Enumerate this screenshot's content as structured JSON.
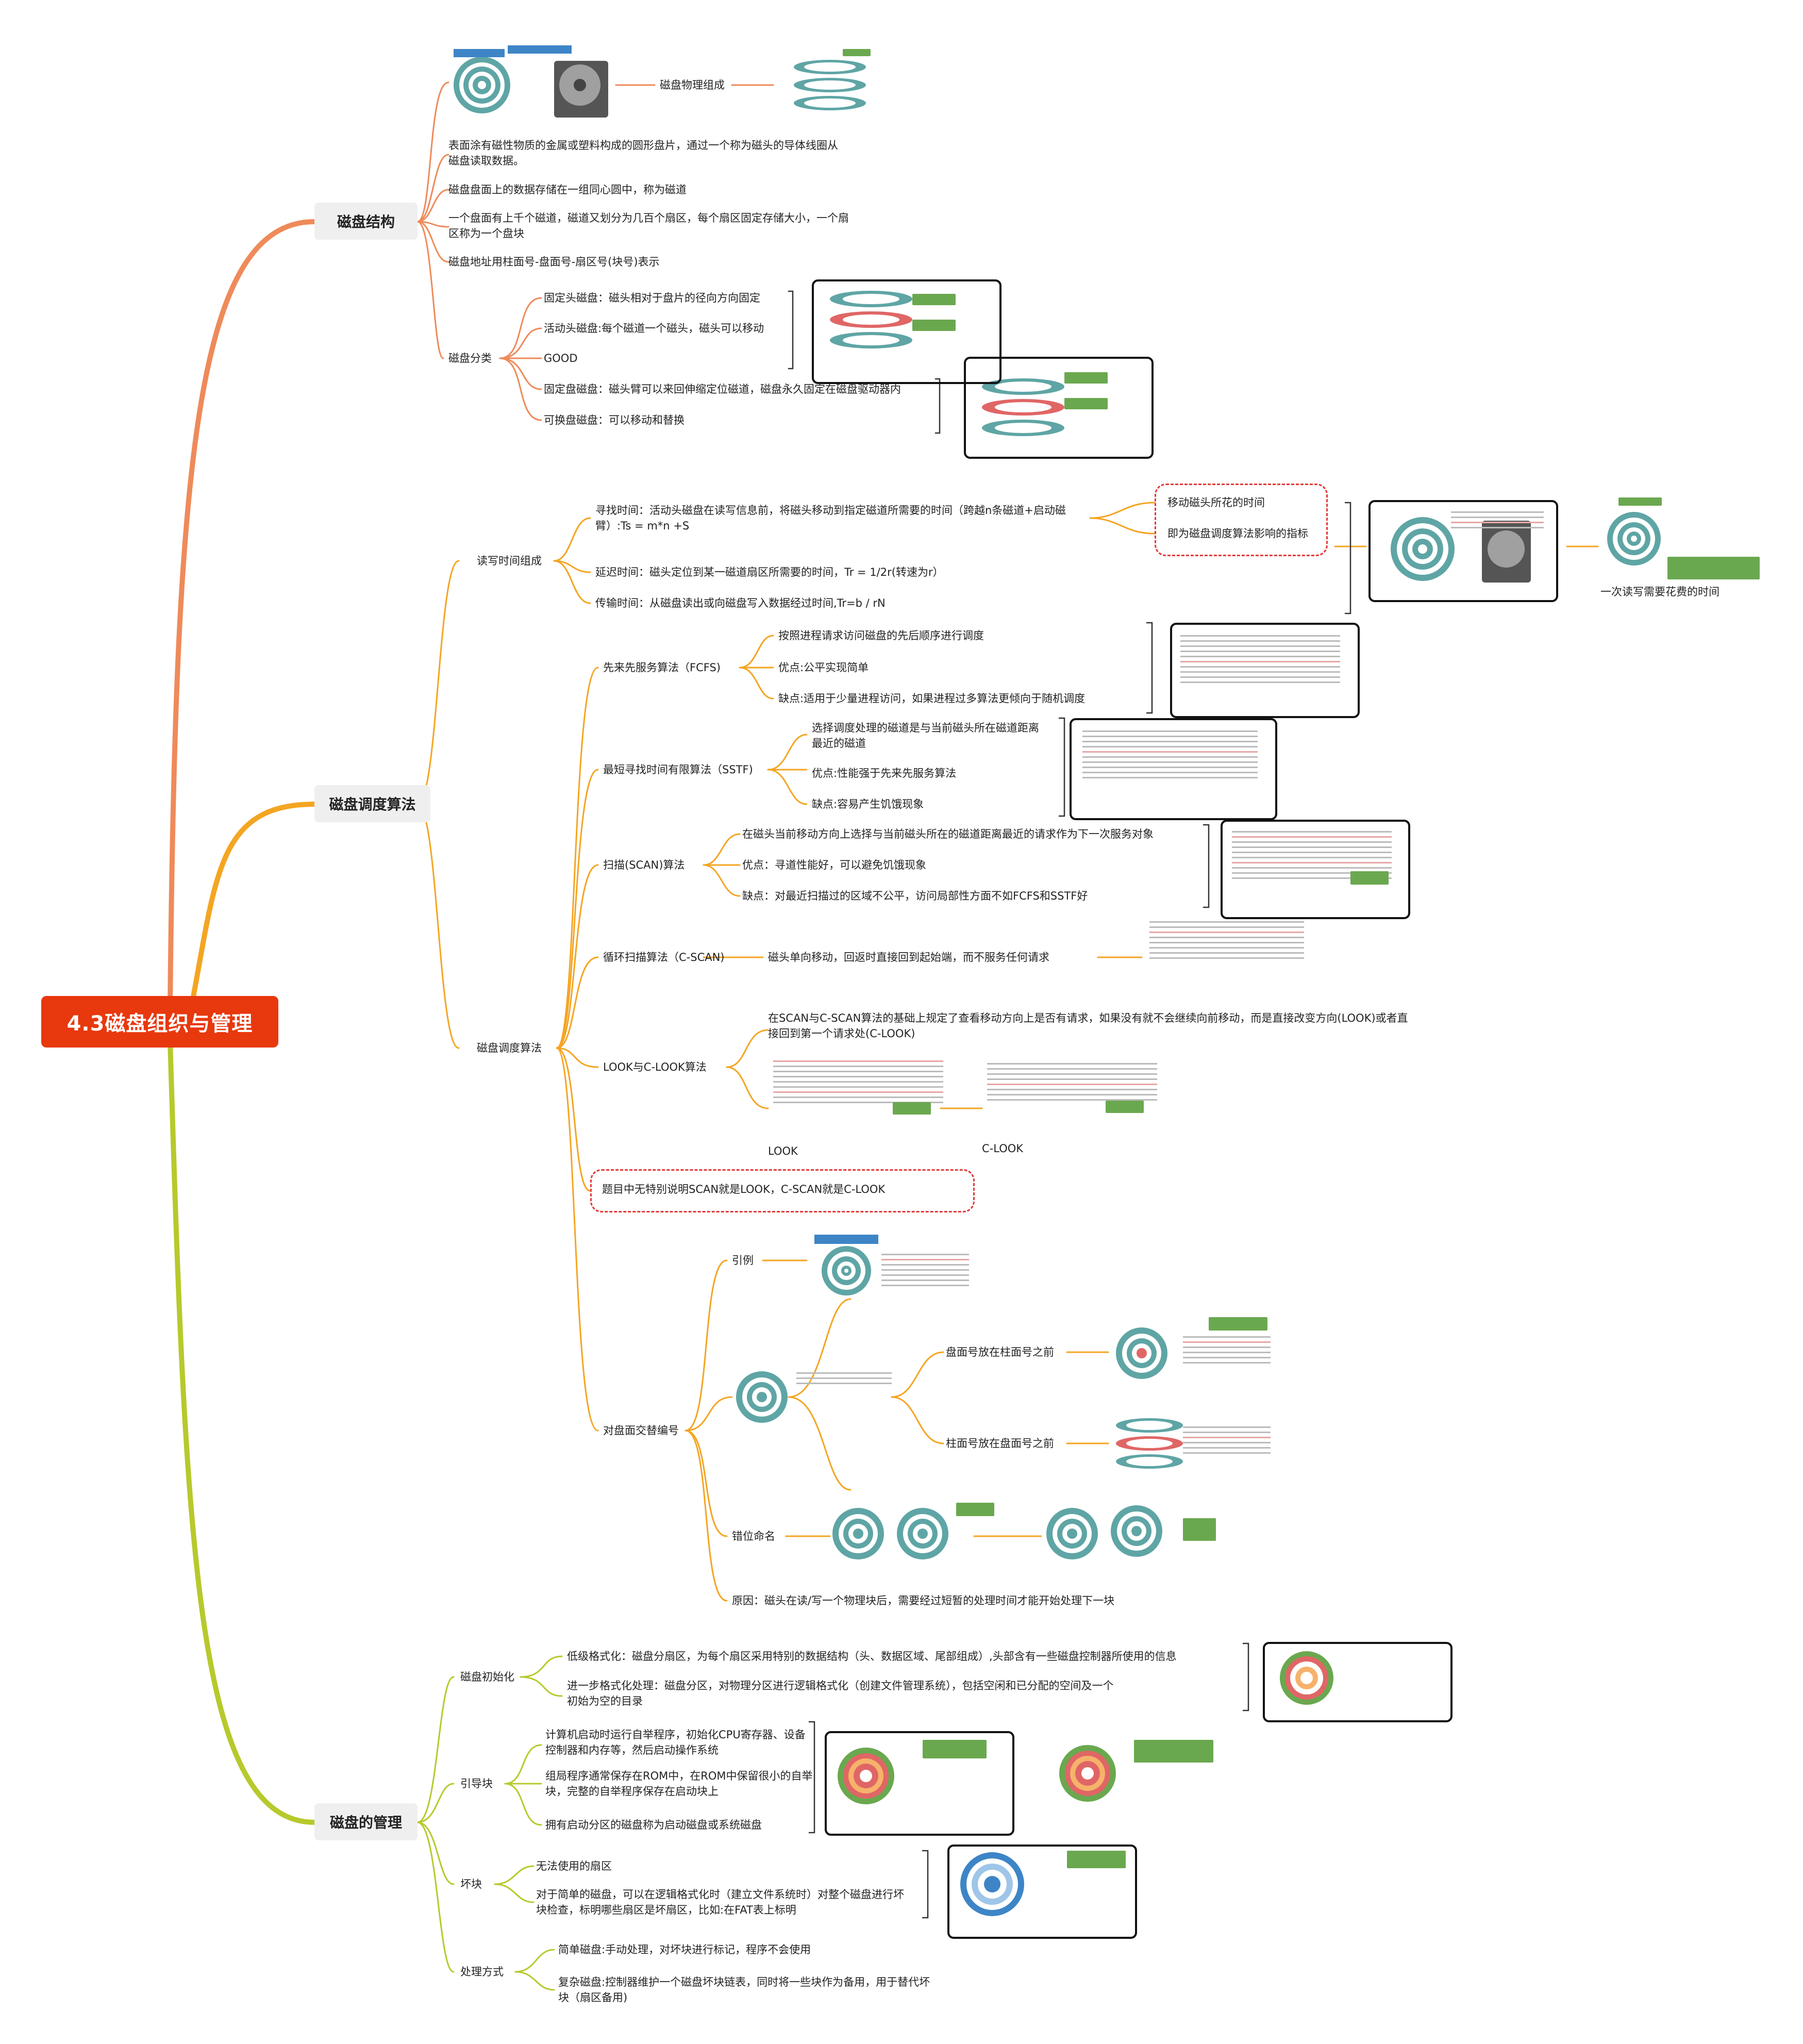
{
  "root": "4.3磁盘组织与管理",
  "sections": {
    "structure": {
      "title": "磁盘结构",
      "physical": "磁盘物理组成",
      "surface": "表面涂有磁性物质的金属或塑料构成的圆形盘片，通过一个称为磁头的导体线圈从磁盘读取数据。",
      "track": "磁盘盘面上的数据存储在一组同心圆中，称为磁道",
      "sector": "一个盘面有上千个磁道，磁道又划分为几百个扇区，每个扇区固定存储大小，一个扇区称为一个盘块",
      "address": "磁盘地址用柱面号-盘面号-扇区号(块号)表示",
      "classify": {
        "label": "磁盘分类",
        "items": [
          "固定头磁盘：磁头相对于盘片的径向方向固定",
          "活动头磁盘:每个磁道一个磁头，磁头可以移动",
          "GOOD",
          "固定盘磁盘：磁头臂可以来回伸缩定位磁道，磁盘永久固定在磁盘驱动器内",
          "可换盘磁盘：可以移动和替换"
        ]
      }
    },
    "scheduling": {
      "title": "磁盘调度算法",
      "rw": {
        "label": "读写时间组成",
        "seek": "寻找时间：活动头磁盘在读写信息前，将磁头移动到指定磁道所需要的时间（跨越n条磁道+启动磁臂）:Ts = m*n +S",
        "seek_notes": [
          "移动磁头所花的时间",
          "即为磁盘调度算法影响的指标"
        ],
        "delay": "延迟时间：磁头定位到某一磁道扇区所需要的时间，Tr = 1/2r(转速为r）",
        "transfer": "传输时间：从磁盘读出或向磁盘写入数据经过时间,Tr=b / rN",
        "one_read": "一次读写需要花费的时间"
      },
      "algo": {
        "label": "磁盘调度算法",
        "fcfs": {
          "label": "先来先服务算法（FCFS)",
          "items": [
            "按照进程请求访问磁盘的先后顺序进行调度",
            "优点:公平实现简单",
            "缺点:适用于少量进程访问，如果进程过多算法更倾向于随机调度"
          ]
        },
        "sstf": {
          "label": "最短寻找时间有限算法（SSTF)",
          "items": [
            "选择调度处理的磁道是与当前磁头所在磁道距离最近的磁道",
            "优点:性能强于先来先服务算法",
            "缺点:容易产生饥饿现象"
          ]
        },
        "scan": {
          "label": "扫描(SCAN)算法",
          "items": [
            "在磁头当前移动方向上选择与当前磁头所在的磁道距离最近的请求作为下一次服务对象",
            "优点：寻道性能好，可以避免饥饿现象",
            "缺点：对最近扫描过的区域不公平，访问局部性方面不如FCFS和SSTF好"
          ]
        },
        "cscan": {
          "label": "循环扫描算法（C-SCAN)",
          "desc": "磁头单向移动，回返时直接回到起始端，而不服务任何请求"
        },
        "look": {
          "label": "LOOK与C-LOOK算法",
          "desc": "在SCAN与C-SCAN算法的基础上规定了查看移动方向上是否有请求，如果没有就不会继续向前移动，而是直接改变方向(LOOK)或者直接回到第一个请求处(C-LOOK)",
          "captions": [
            "LOOK",
            "C-LOOK"
          ]
        },
        "note": "题目中无特别说明SCAN就是LOOK，C-SCAN就是C-LOOK"
      },
      "numbering": {
        "label": "对盘面交替编号",
        "example": "引例",
        "platter_first": "盘面号放在柱面号之前",
        "cylinder_first": "柱面号放在盘面号之前",
        "staggered": "错位命名",
        "reason": "原因：磁头在读/写一个物理块后，需要经过短暂的处理时间才能开始处理下一块"
      }
    },
    "management": {
      "title": "磁盘的管理",
      "init": {
        "label": "磁盘初始化",
        "low": "低级格式化：磁盘分扇区，为每个扇区采用特别的数据结构（头、数据区域、尾部组成）,头部含有一些磁盘控制器所使用的信息",
        "high": "进一步格式化处理：磁盘分区，对物理分区进行逻辑格式化（创建文件管理系统），包括空闲和已分配的空间及一个初始为空的目录"
      },
      "boot": {
        "label": "引导块",
        "items": [
          "计算机启动时运行自举程序，初始化CPU寄存器、设备控制器和内存等，然后启动操作系统",
          "组局程序通常保存在ROM中，在ROM中保留很小的自举块，完整的自举程序保存在启动块上",
          "拥有启动分区的磁盘称为启动磁盘或系统磁盘"
        ]
      },
      "bad": {
        "label": "坏块",
        "items": [
          "无法使用的扇区",
          "对于简单的磁盘，可以在逻辑格式化时（建立文件系统时）对整个磁盘进行坏块检查，标明哪些扇区是坏扇区，比如:在FAT表上标明"
        ]
      },
      "handle": {
        "label": "处理方式",
        "items": [
          "简单磁盘:手动处理，对坏块进行标记，程序不会使用",
          "复杂磁盘:控制器维护一个磁盘坏块链表，同时将一些块作为备用，用于替代坏块（扇区备用)"
        ]
      }
    }
  },
  "colors": {
    "root": "#e8380d",
    "branch1": "#ef8a5a",
    "branch2": "#f4a522",
    "branch3": "#b7c92b",
    "dash": "#e23a3a"
  }
}
